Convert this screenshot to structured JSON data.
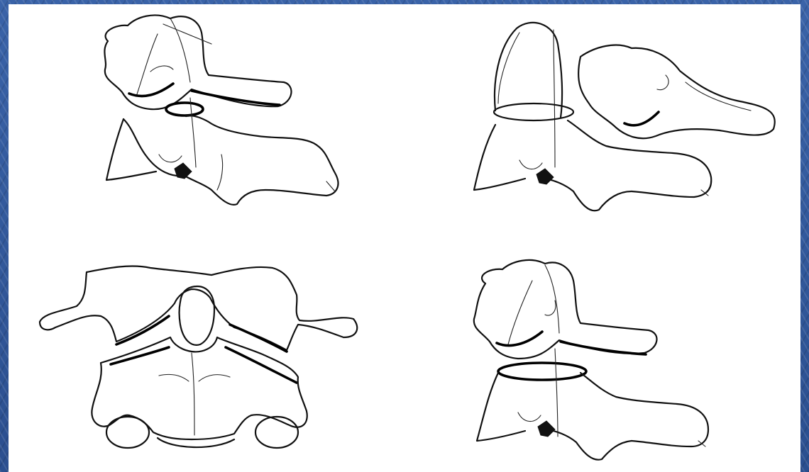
{
  "figure": {
    "panels": [
      {
        "id": "top-left",
        "subject": "lateral-view-vertebrae"
      },
      {
        "id": "top-right",
        "subject": "lateral-view-vertebrae-displaced"
      },
      {
        "id": "bottom-left",
        "subject": "posterior-view-vertebrae"
      },
      {
        "id": "bottom-right",
        "subject": "lateral-view-vertebrae-aligned"
      }
    ],
    "colors": {
      "background": "#2b4f8f",
      "panel": "#ffffff",
      "ink": "#111111"
    }
  }
}
